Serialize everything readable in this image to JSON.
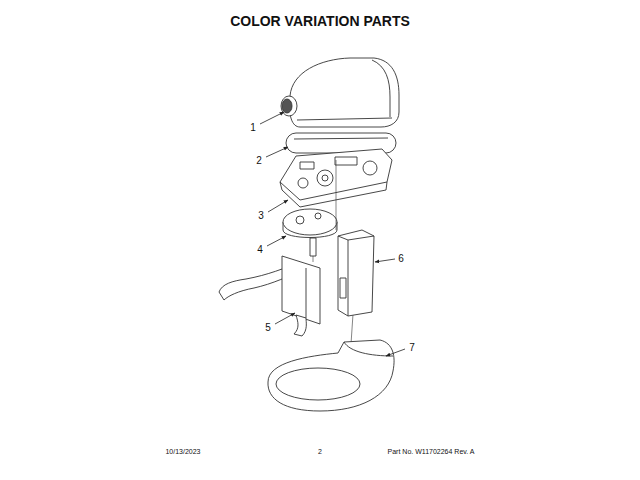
{
  "diagram": {
    "title": "COLOR VARIATION PARTS",
    "labels": [
      "1",
      "2",
      "3",
      "4",
      "5",
      "6",
      "7",
      "10/13/2023",
      "2",
      "Part No. W11702264 Rev. A"
    ]
  }
}
